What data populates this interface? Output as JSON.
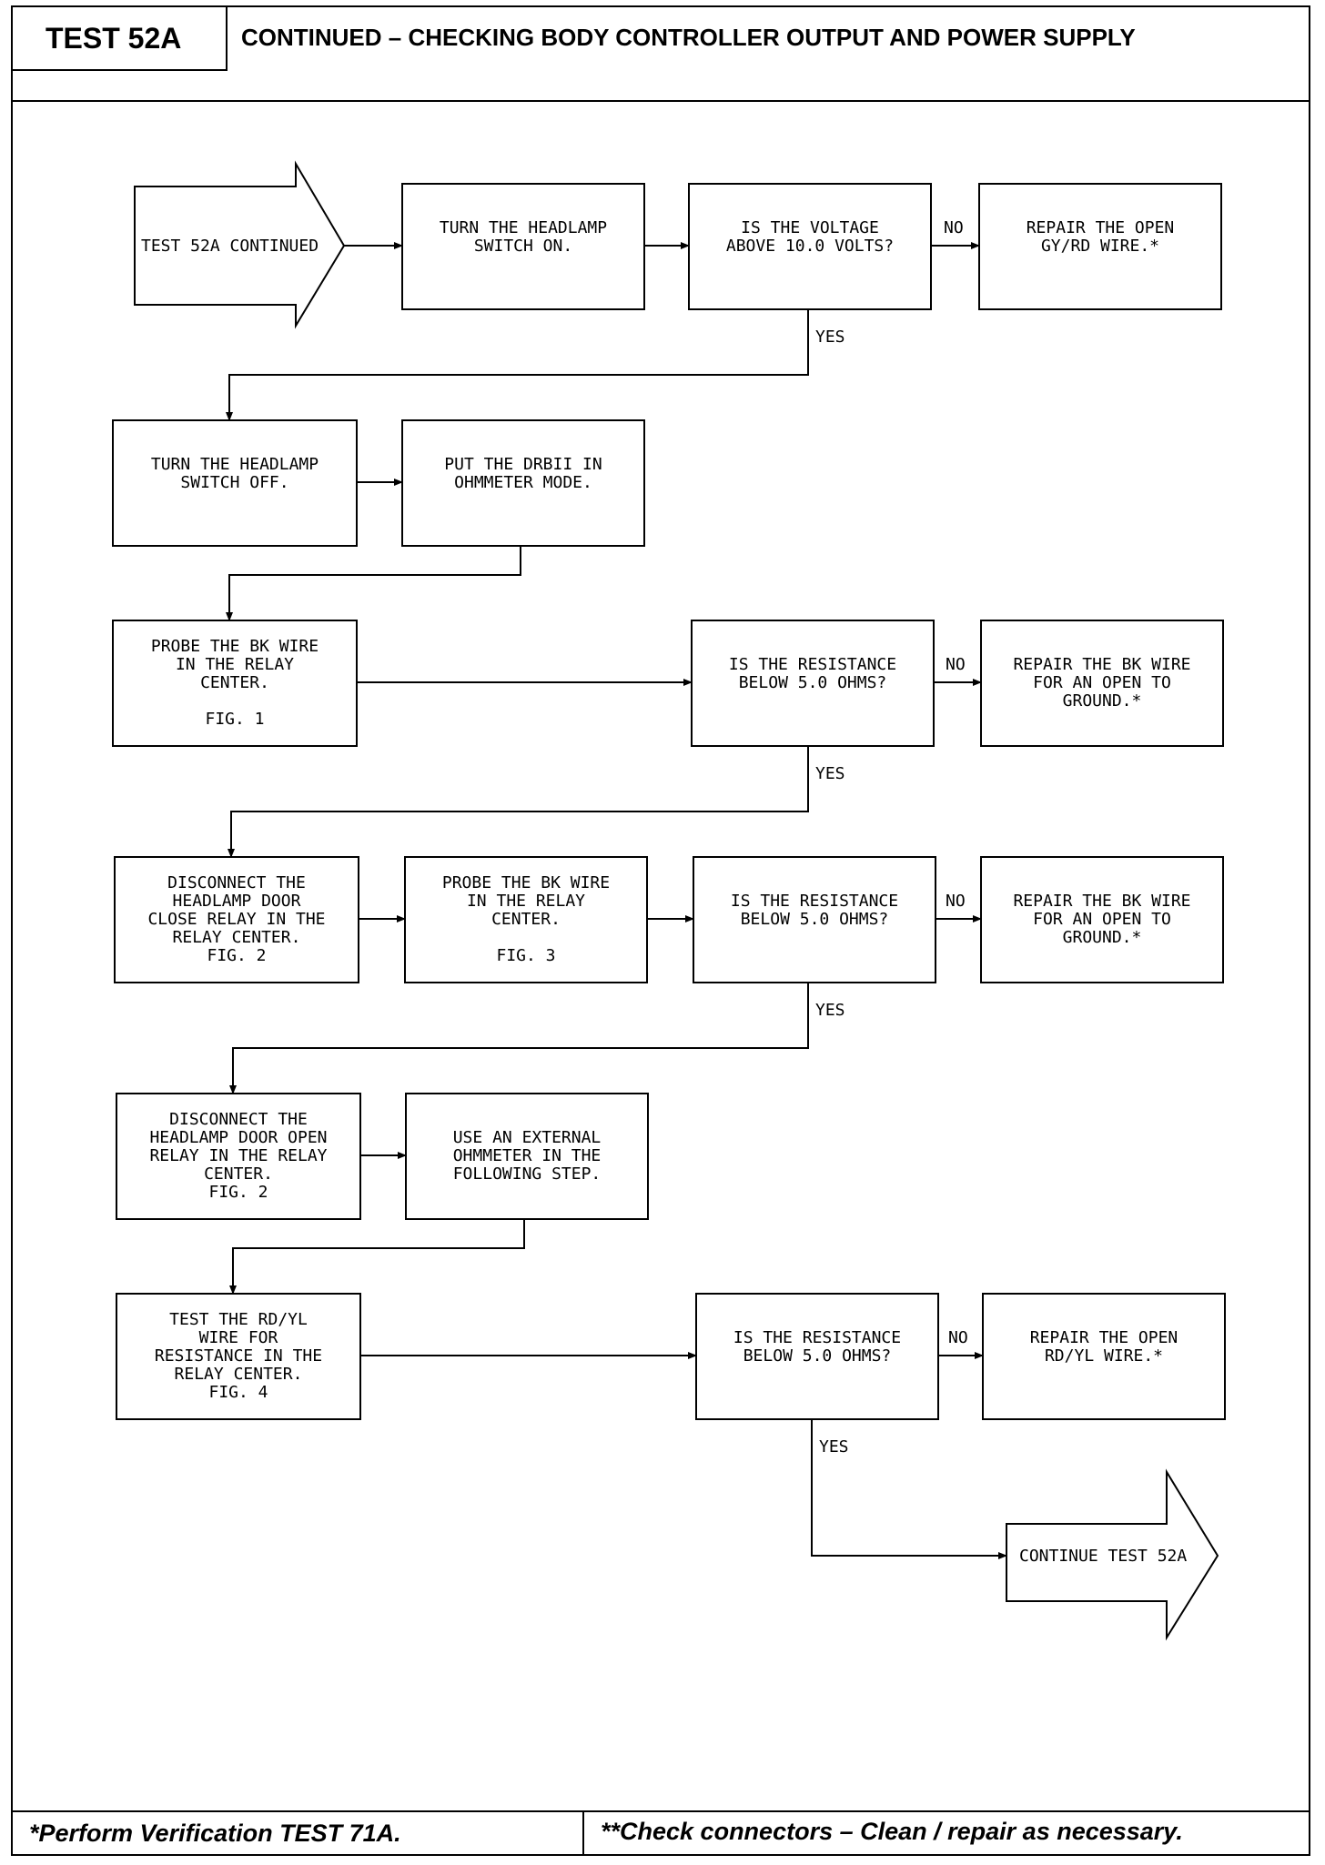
{
  "header": {
    "test_id": "TEST 52A",
    "title": "CONTINUED – CHECKING BODY CONTROLLER OUTPUT AND POWER SUPPLY"
  },
  "footer": {
    "left": "*Perform Verification TEST 71A.",
    "right": "**Check connectors – Clean / repair as necessary."
  },
  "flow": {
    "start": "TEST 52A CONTINUED",
    "end": "CONTINUE TEST 52A",
    "labels": {
      "yes": "YES",
      "no": "NO"
    },
    "row1": {
      "action": [
        "TURN THE HEADLAMP",
        "SWITCH ON."
      ],
      "question": [
        "IS THE VOLTAGE",
        "ABOVE 10.0 VOLTS?"
      ],
      "repair": [
        "REPAIR THE OPEN",
        "GY/RD WIRE.*"
      ]
    },
    "row2": {
      "action1": [
        "TURN THE HEADLAMP",
        "SWITCH OFF."
      ],
      "action2": [
        "PUT THE DRBII IN",
        "OHMMETER MODE."
      ]
    },
    "row3": {
      "action": [
        "PROBE THE BK WIRE",
        "IN THE RELAY",
        "CENTER."
      ],
      "fig": "FIG. 1",
      "question": [
        "IS THE RESISTANCE",
        "BELOW 5.0 OHMS?"
      ],
      "repair": [
        "REPAIR THE BK WIRE",
        "FOR AN OPEN TO",
        "GROUND.*"
      ]
    },
    "row4": {
      "action1": [
        "DISCONNECT THE",
        "HEADLAMP DOOR",
        "CLOSE RELAY IN THE",
        "RELAY CENTER.",
        "FIG. 2"
      ],
      "action2": [
        "PROBE THE BK WIRE",
        "IN THE RELAY",
        "CENTER."
      ],
      "fig2": "FIG. 3",
      "question": [
        "IS THE RESISTANCE",
        "BELOW 5.0 OHMS?"
      ],
      "repair": [
        "REPAIR THE BK WIRE",
        "FOR AN OPEN TO",
        "GROUND.*"
      ]
    },
    "row5": {
      "action1": [
        "DISCONNECT THE",
        "HEADLAMP DOOR OPEN",
        "RELAY IN THE RELAY",
        "CENTER.",
        "FIG. 2"
      ],
      "action2": [
        "USE AN EXTERNAL",
        "OHMMETER IN THE",
        "FOLLOWING STEP."
      ]
    },
    "row6": {
      "action": [
        "TEST THE RD/YL",
        "WIRE FOR",
        "RESISTANCE IN THE",
        "RELAY CENTER.",
        "FIG. 4"
      ],
      "question": [
        "IS THE RESISTANCE",
        "BELOW 5.0 OHMS?"
      ],
      "repair": [
        "REPAIR THE OPEN",
        "RD/YL WIRE.*"
      ]
    }
  }
}
